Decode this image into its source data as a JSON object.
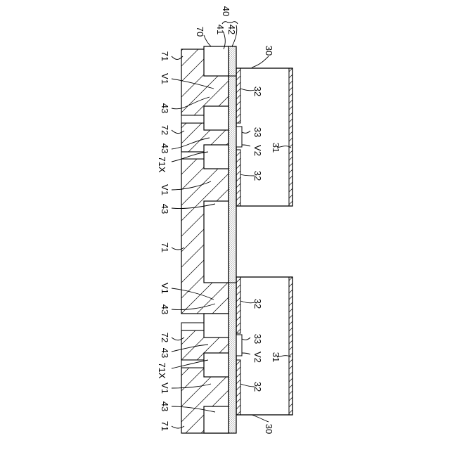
{
  "labels": {
    "l70": "70",
    "l40": "40",
    "l41": "41",
    "l42": "42",
    "l71_top": "71",
    "l71_mid": "71",
    "l71_bot": "71",
    "l71x_top": "71X",
    "l71x_bot": "71X",
    "l72_top": "72",
    "l72_bot": "72",
    "lv1_a": "V1",
    "lv1_b": "V1",
    "lv1_c": "V1",
    "lv1_d": "V1",
    "lv2_top": "V2",
    "lv2_bot": "V2",
    "l43_a": "43",
    "l43_b": "43",
    "l43_c": "43",
    "l43_d": "43",
    "l43_e": "43",
    "l43_f": "43",
    "l30_top": "30",
    "l30_bot": "30",
    "l31_top": "31",
    "l31_bot": "31",
    "l32_a": "32",
    "l32_b": "32",
    "l32_c": "32",
    "l32_d": "32",
    "l33_top": "33",
    "l33_bot": "33"
  }
}
